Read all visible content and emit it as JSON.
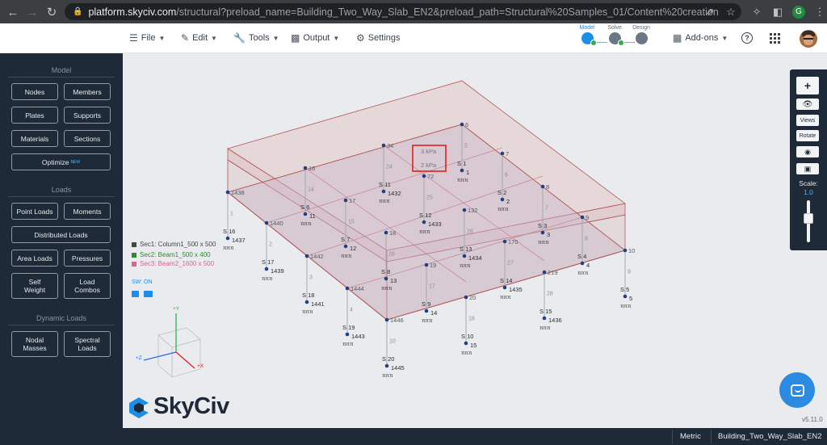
{
  "browser": {
    "url_host": "platform.skyciv.com",
    "url_path": "/structural?preload_name=Building_Two_Way_Slab_EN2&preload_path=Structural%20Samples_01/Content%20creation",
    "profile_letter": "G"
  },
  "toolbar": {
    "menus": [
      {
        "label": "File",
        "icon": "file-icon"
      },
      {
        "label": "Edit",
        "icon": "pencil-icon"
      },
      {
        "label": "Tools",
        "icon": "wrench-icon"
      },
      {
        "label": "Output",
        "icon": "monitor-icon"
      },
      {
        "label": "Settings",
        "icon": "gear-icon"
      }
    ],
    "stages": [
      "Model",
      "Solve",
      "Design"
    ],
    "addons_label": "Add-ons"
  },
  "sidebar": {
    "model_title": "Model",
    "model_buttons": [
      "Nodes",
      "Members",
      "Plates",
      "Supports",
      "Materials",
      "Sections"
    ],
    "optimize_label": "Optimize",
    "optimize_badge": "NEW",
    "loads_title": "Loads",
    "loads_buttons": [
      "Point Loads",
      "Moments",
      "Distributed Loads",
      "Area Loads",
      "Pressures",
      "Self Weight",
      "Load Combos"
    ],
    "dynamic_title": "Dynamic Loads",
    "dynamic_buttons": [
      "Nodal Masses",
      "Spectral Loads"
    ]
  },
  "legend": {
    "items": [
      {
        "label": "Sec1: Column1_500 x 500",
        "color": "#454545"
      },
      {
        "label": "Sec2: Beam1_500 x 400",
        "color": "#2e8b2e"
      },
      {
        "label": "Sec3: Beam2_1600 x 500",
        "color": "#d9658c"
      }
    ],
    "sw_label": "SW: ON"
  },
  "annotation": {
    "top_load": "3 kPa",
    "bottom_load": "2 kPa",
    "box_color": "#e02020"
  },
  "right_panel": {
    "views_label": "Views",
    "rotate_label": "Rotate",
    "scale_label": "Scale:",
    "scale_value": "1.0"
  },
  "footer": {
    "units": "Metric",
    "model_name": "Building_Two_Way_Slab_EN2",
    "version": "v5.11.0"
  },
  "logo": {
    "text": "SkyCiv"
  },
  "axes": {
    "y": "+Y",
    "z": "+Z",
    "x": "+X"
  },
  "colors": {
    "accent": "#1b8ee8",
    "sidebar_bg": "#1e2a38",
    "slab_fill": "#d8b6b6",
    "slab_edge": "#b05a5a",
    "node": "#23407e"
  },
  "nodes": [
    {
      "id": "1438",
      "support": "S 16",
      "base": "1437"
    },
    {
      "id": "16",
      "support": "S 6",
      "base": "11"
    },
    {
      "id": "34",
      "support": "S 11",
      "base": "1432"
    },
    {
      "id": "6",
      "support": "S 1",
      "base": "1"
    },
    {
      "id": "1440",
      "support": "S 17",
      "base": "1439"
    },
    {
      "id": "17",
      "support": "S 7",
      "base": "12"
    },
    {
      "id": "72",
      "support": "S 12",
      "base": "1433"
    },
    {
      "id": "7",
      "support": "S 2",
      "base": "2"
    },
    {
      "id": "1442",
      "support": "S 18",
      "base": "1441"
    },
    {
      "id": "18",
      "support": "S 8",
      "base": "13"
    },
    {
      "id": "132",
      "support": "S 13",
      "base": "1434"
    },
    {
      "id": "8",
      "support": "S 3",
      "base": "3"
    },
    {
      "id": "1444",
      "support": "S 19",
      "base": "1443"
    },
    {
      "id": "19",
      "support": "S 9",
      "base": "14"
    },
    {
      "id": "170",
      "support": "S 14",
      "base": "1435"
    },
    {
      "id": "9",
      "support": "S 4",
      "base": "4"
    },
    {
      "id": "1446",
      "support": "S 20",
      "base": "1445"
    },
    {
      "id": "20",
      "support": "S 10",
      "base": "15"
    },
    {
      "id": "219",
      "support": "S 15",
      "base": "1436"
    },
    {
      "id": "10",
      "support": "S 5",
      "base": "5"
    }
  ],
  "members": [
    "1",
    "2",
    "3",
    "4",
    "5",
    "6",
    "7",
    "8",
    "9",
    "10",
    "14",
    "15",
    "16",
    "17",
    "18",
    "24",
    "25",
    "26",
    "27",
    "28"
  ]
}
